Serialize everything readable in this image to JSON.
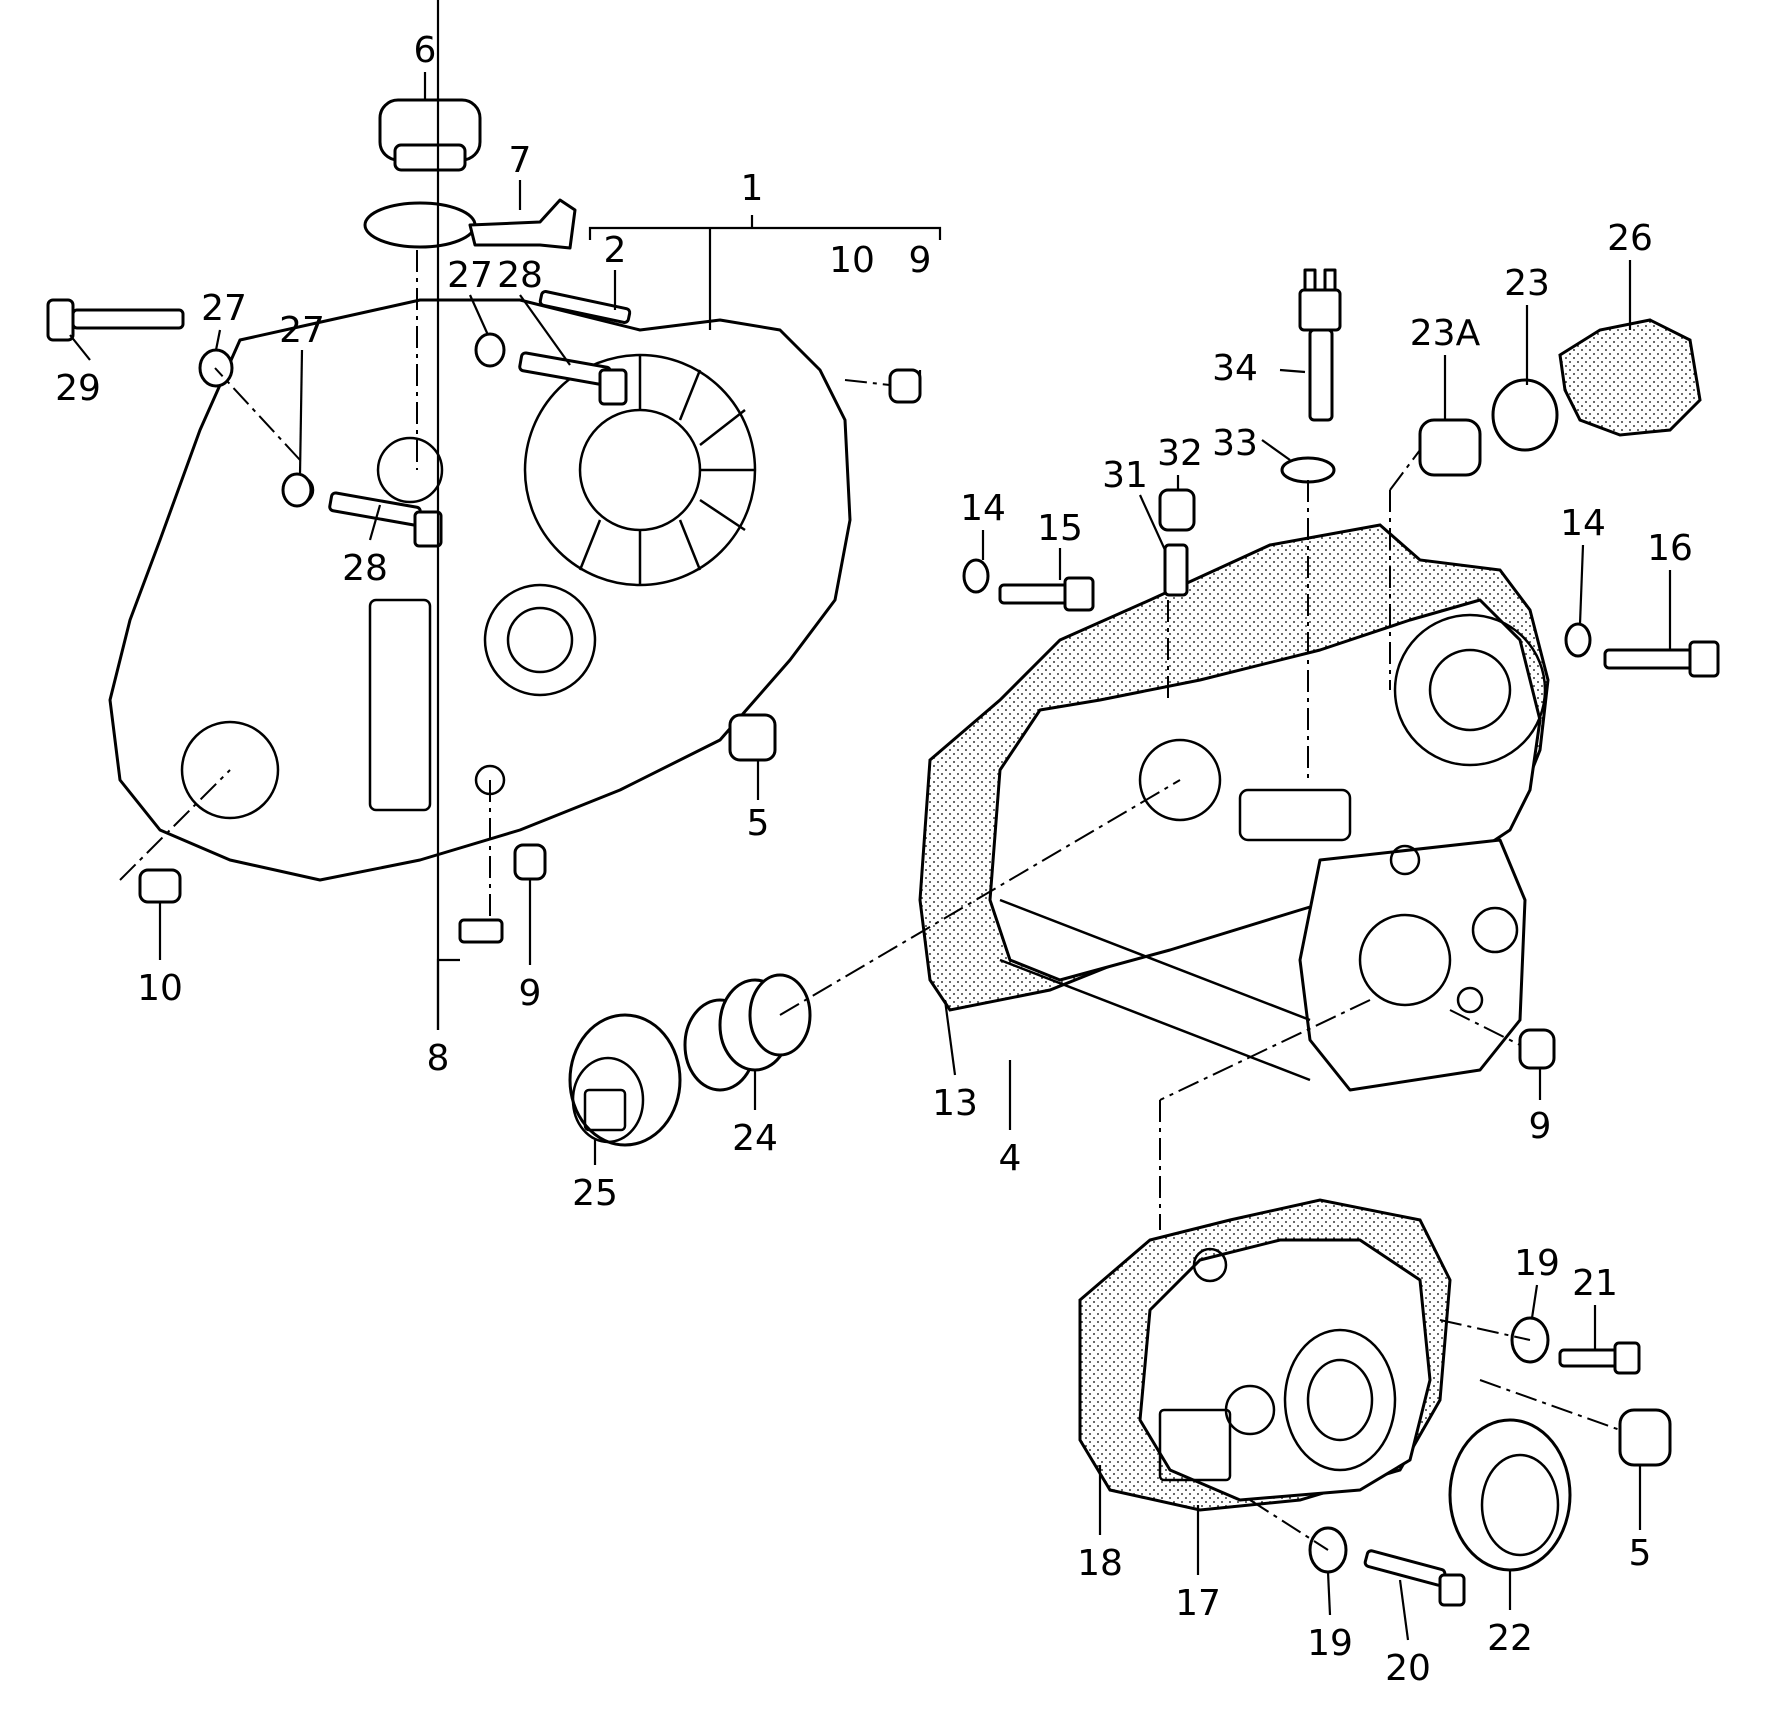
{
  "callouts": [
    "1",
    "2",
    "4",
    "5",
    "5",
    "6",
    "7",
    "8",
    "9",
    "9",
    "9",
    "10",
    "10",
    "13",
    "14",
    "14",
    "15",
    "16",
    "17",
    "18",
    "19",
    "19",
    "20",
    "21",
    "22",
    "23",
    "23A",
    "24",
    "25",
    "26",
    "27",
    "27",
    "27",
    "28",
    "28",
    "29",
    "31",
    "32",
    "33",
    "34"
  ]
}
